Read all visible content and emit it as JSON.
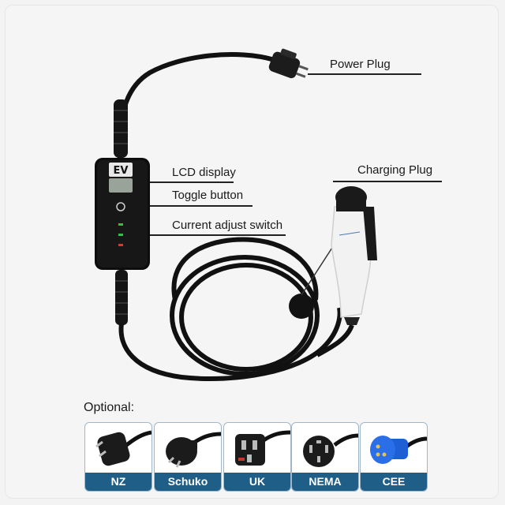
{
  "labels": {
    "power_plug": "Power Plug",
    "lcd_display": "LCD display",
    "toggle_button": "Toggle button",
    "current_adjust_switch": "Current adjust switch",
    "charging_plug": "Charging Plug"
  },
  "optional": {
    "title": "Optional:",
    "plugs": [
      {
        "name": "NZ",
        "icon": "nz-plug-icon"
      },
      {
        "name": "Schuko",
        "icon": "schuko-plug-icon"
      },
      {
        "name": "UK",
        "icon": "uk-plug-icon"
      },
      {
        "name": "NEMA",
        "icon": "nema-plug-icon"
      },
      {
        "name": "CEE",
        "icon": "cee-plug-icon"
      }
    ]
  },
  "control_box": {
    "badge": "EV"
  },
  "colors": {
    "accent": "#1f5e86",
    "cable": "#111111",
    "card_border": "#9fb7c8"
  }
}
